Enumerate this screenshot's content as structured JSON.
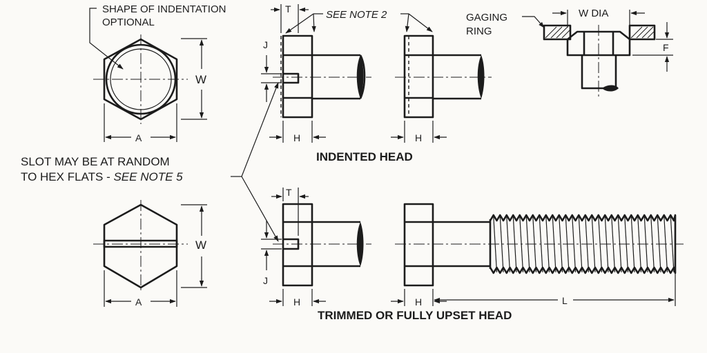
{
  "labels": {
    "shape_line1": "SHAPE OF INDENTATION",
    "shape_line2": "OPTIONAL",
    "see_note_2": "SEE NOTE 2",
    "gaging_line1": "GAGING",
    "gaging_line2": "RING",
    "w_dia": "W DIA",
    "slot_line1": "SLOT MAY BE AT RANDOM",
    "slot_line2_prefix": "TO HEX FLATS - ",
    "slot_line2_note": "SEE NOTE 5",
    "indented_head": "INDENTED HEAD",
    "trimmed_head": "TRIMMED OR FULLY UPSET HEAD"
  },
  "dims": {
    "T": "T",
    "J": "J",
    "W": "W",
    "A": "A",
    "H": "H",
    "F": "F",
    "L": "L"
  }
}
